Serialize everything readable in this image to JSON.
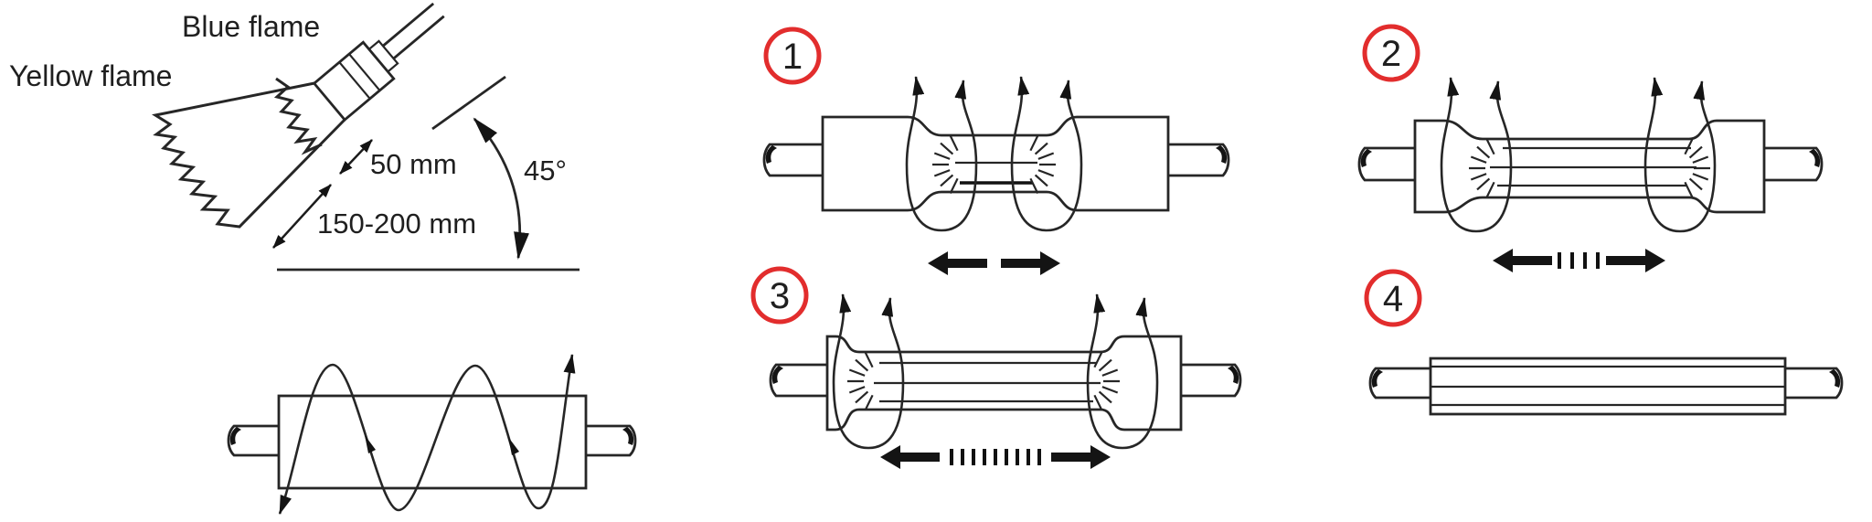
{
  "colors": {
    "background": "#ffffff",
    "line": "#262626",
    "step_marker_red": "#e22d2d",
    "text": "#1f1f1f",
    "arrow_fill": "#141414"
  },
  "flame_diagram": {
    "blue_flame_label": "Blue flame",
    "yellow_flame_label": "Yellow flame",
    "flame_tip_distance": "50 mm",
    "flame_working_distance": "150-200 mm",
    "torch_angle": "45°"
  },
  "steps": [
    {
      "number": "1"
    },
    {
      "number": "2"
    },
    {
      "number": "3"
    },
    {
      "number": "4"
    }
  ]
}
